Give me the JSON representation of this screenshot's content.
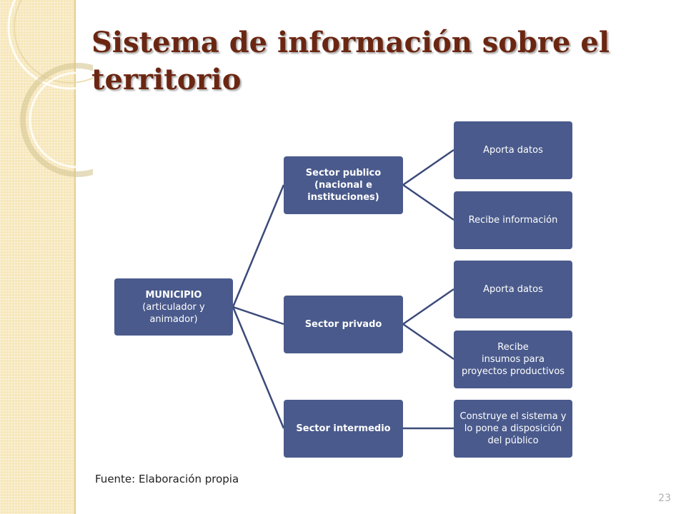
{
  "slide": {
    "title": "Sistema de información sobre el territorio",
    "source": "Fuente: Elaboración propia",
    "page_number": "23"
  },
  "diagram": {
    "root": {
      "line1": "MUNICIPIO",
      "line2": "(articulador y animador)"
    },
    "branches": [
      {
        "line1": "Sector publico",
        "line2": "(nacional e instituciones)",
        "leaves": [
          {
            "line1": "Aporta datos"
          },
          {
            "line1": "Recibe  información"
          }
        ]
      },
      {
        "line1": "Sector privado",
        "leaves": [
          {
            "line1": "Aporta datos"
          },
          {
            "line1": "Recibe",
            "line2": "insumos  para proyectos productivos"
          }
        ]
      },
      {
        "line1": "Sector intermedio",
        "leaves": [
          {
            "line1": "Construye el sistema y lo pone a disposición del público"
          }
        ]
      }
    ]
  },
  "colors": {
    "node_fill": "#4a5a8c",
    "title_color": "#6b2612",
    "connector": "#3b4a7a",
    "side_band": "#f6e6b8"
  }
}
